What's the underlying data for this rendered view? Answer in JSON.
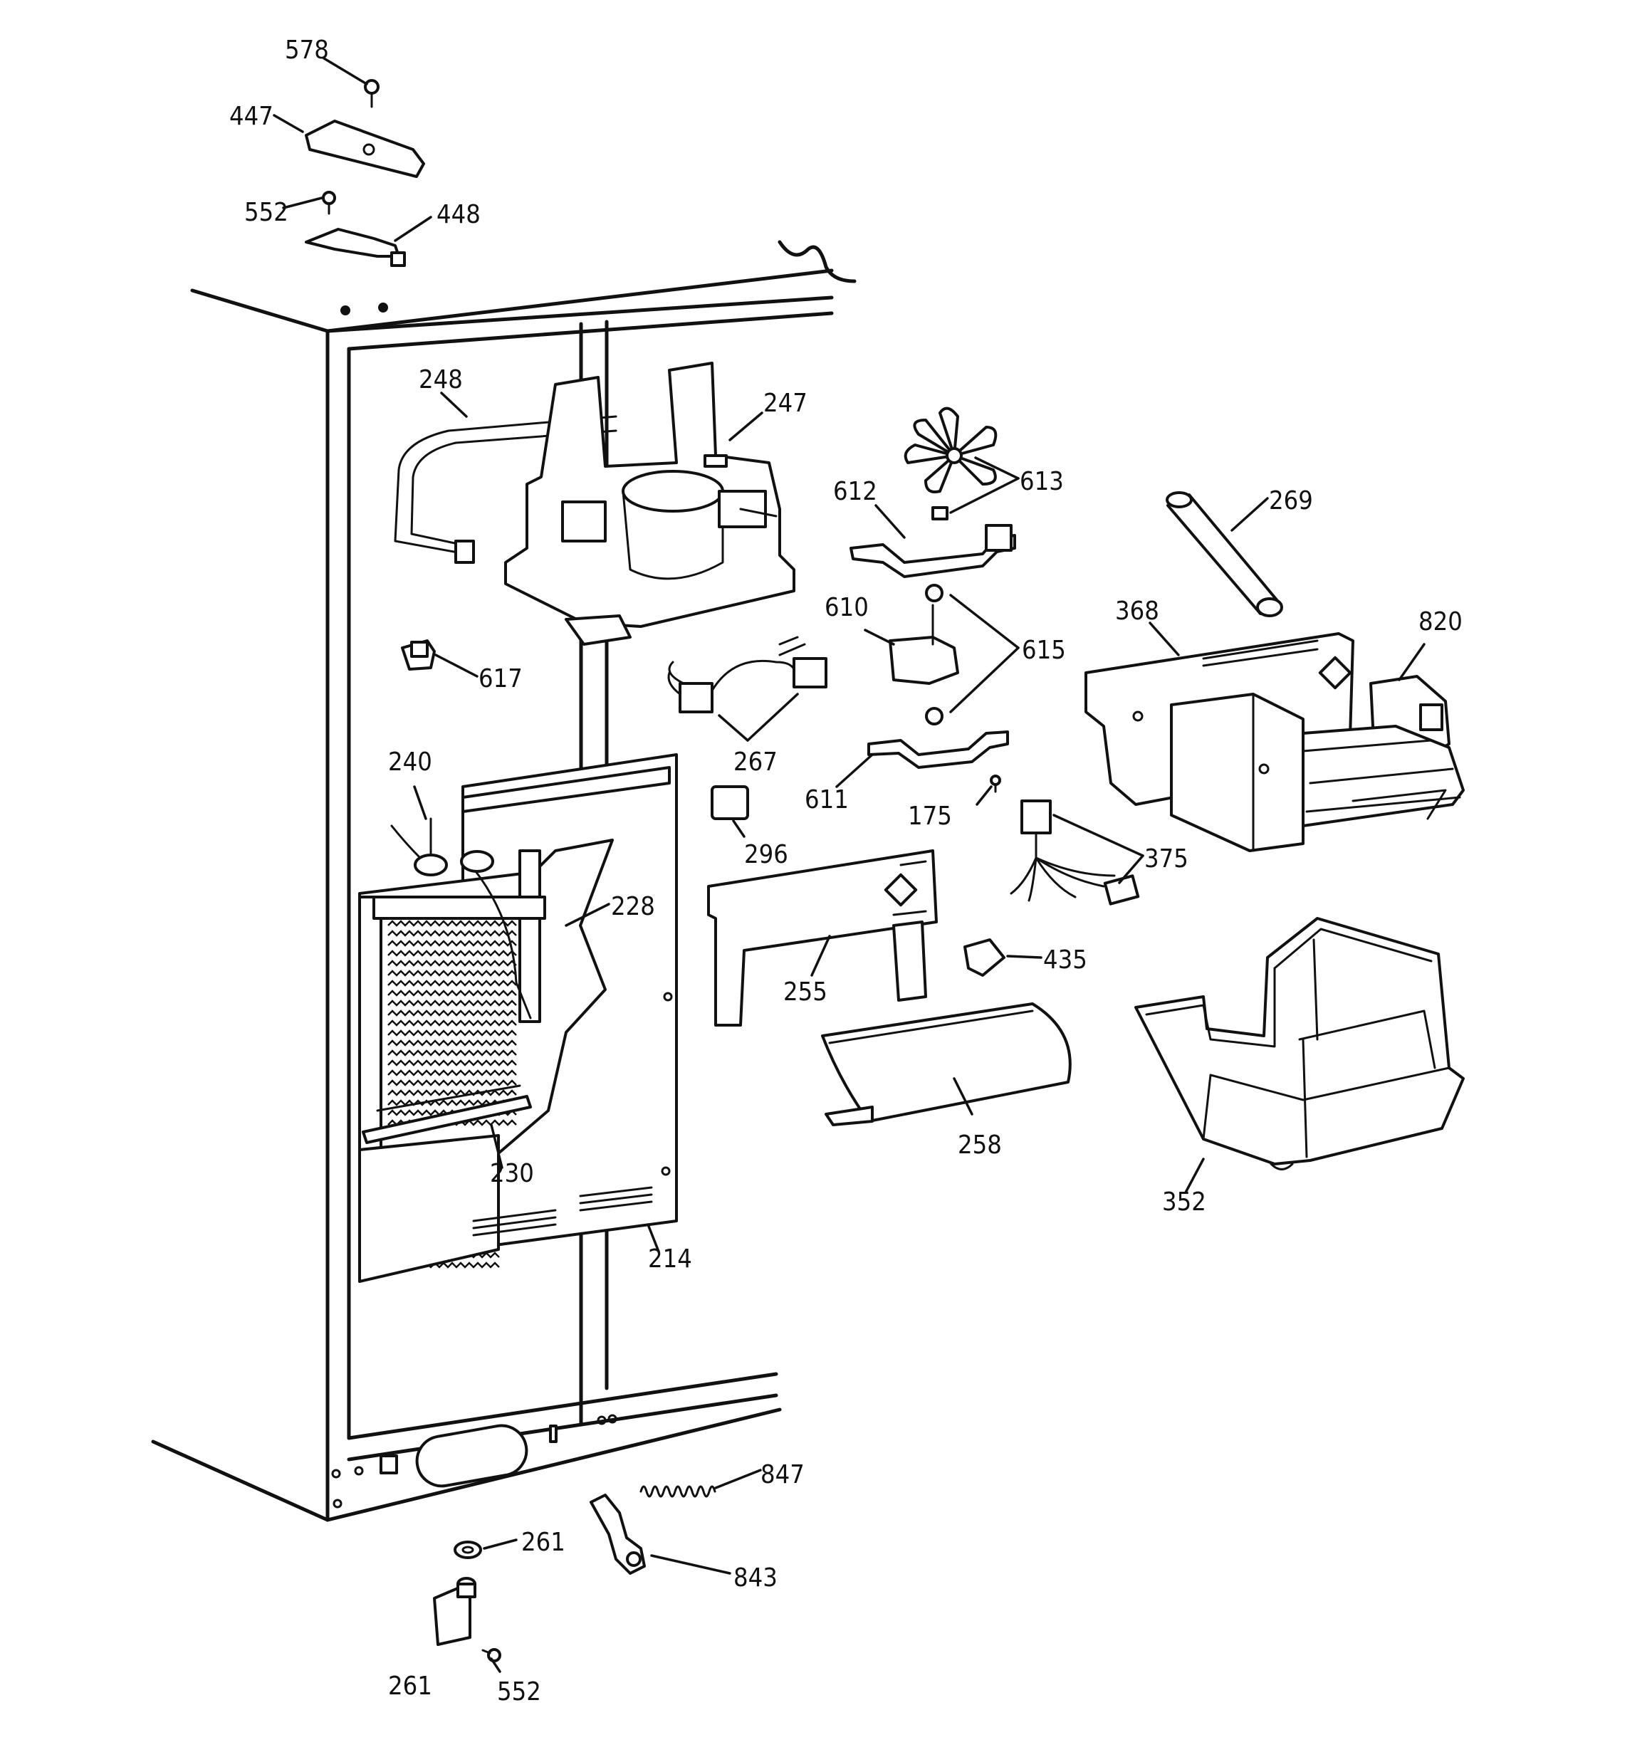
{
  "labels": {
    "p578": "578",
    "p447": "447",
    "p552a": "552",
    "p448": "448",
    "p248": "248",
    "p247": "247",
    "p613": "613",
    "p612": "612",
    "p269": "269",
    "p610": "610",
    "p615": "615",
    "p368": "368",
    "p820": "820",
    "p617": "617",
    "p267": "267",
    "p240": "240",
    "p611": "611",
    "p175": "175",
    "p296": "296",
    "p375": "375",
    "p228": "228",
    "p435": "435",
    "p255": "255",
    "p258": "258",
    "p230": "230",
    "p352": "352",
    "p214": "214",
    "p847": "847",
    "p261a": "261",
    "p843": "843",
    "p261b": "261",
    "p552b": "552"
  }
}
